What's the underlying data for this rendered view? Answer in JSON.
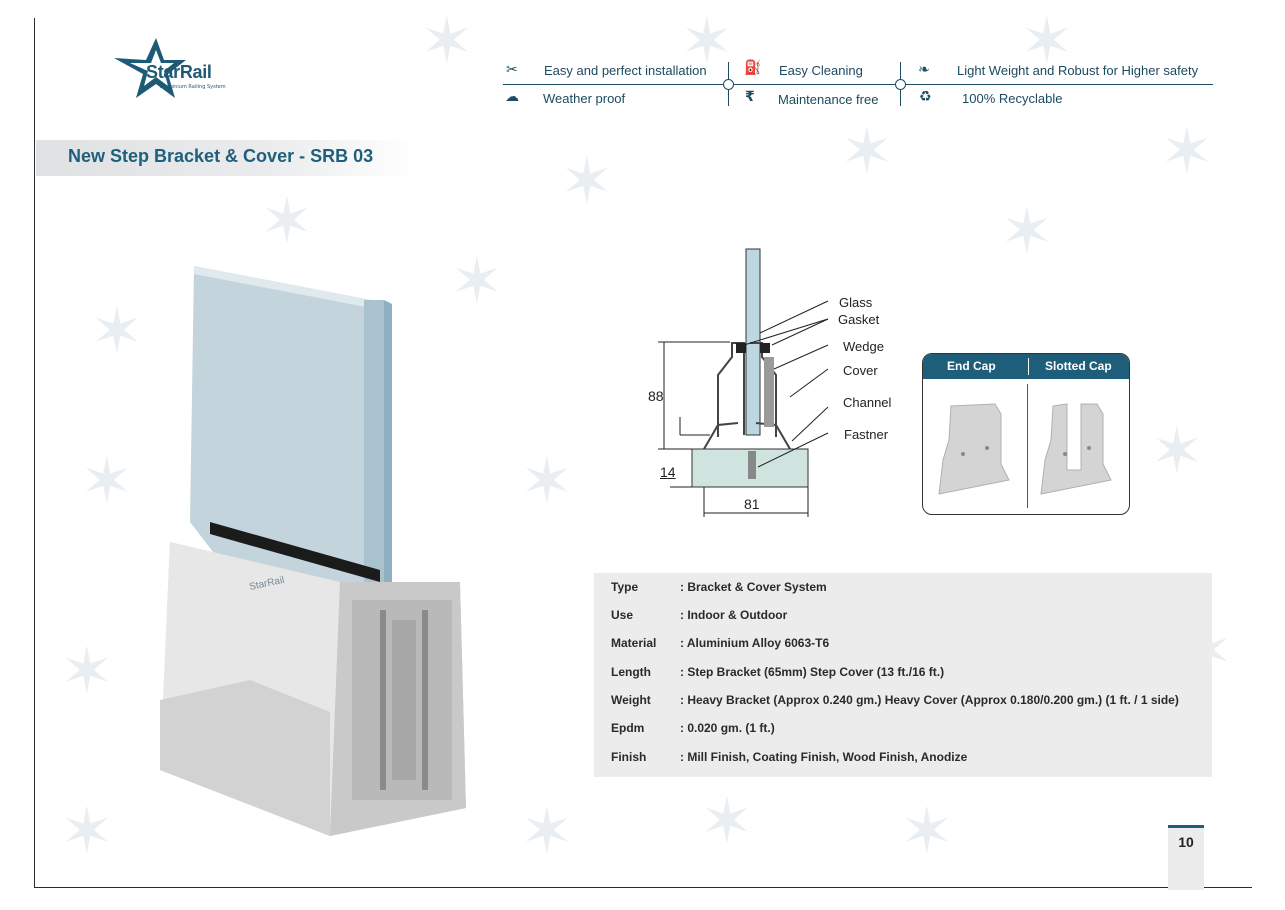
{
  "brand": {
    "name": "StarRail",
    "tagline": "Aluminium Railing System",
    "color": "#1d5a75"
  },
  "features": {
    "row1": [
      {
        "icon": "tools-icon",
        "label": "Easy and perfect installation"
      },
      {
        "icon": "spray-bottle-icon",
        "label": "Easy Cleaning"
      },
      {
        "icon": "feather-icon",
        "label": "Light Weight and Robust for Higher safety"
      }
    ],
    "row2": [
      {
        "icon": "weather-cloud-icon",
        "label": "Weather proof"
      },
      {
        "icon": "rupee-icon",
        "label": "Maintenance free"
      },
      {
        "icon": "recycle-icon",
        "label": "100% Recyclable"
      }
    ]
  },
  "title": "New Step Bracket & Cover - SRB 03",
  "diagram": {
    "labels": {
      "glass": "Glass",
      "gasket": "Gasket",
      "wedge": "Wedge",
      "cover": "Cover",
      "channel": "Channel",
      "fastner": "Fastner"
    },
    "dims": {
      "height": "88",
      "base": "14",
      "width": "81"
    }
  },
  "caps": {
    "end_cap": "End Cap",
    "slotted_cap": "Slotted Cap"
  },
  "specs": [
    {
      "key": "Type",
      "value": ": Bracket & Cover System"
    },
    {
      "key": "Use",
      "value": ": Indoor & Outdoor"
    },
    {
      "key": "Material",
      "value": ": Aluminium Alloy 6063-T6"
    },
    {
      "key": "Length",
      "value": ": Step Bracket (65mm) Step Cover (13 ft./16 ft.)"
    },
    {
      "key": "Weight",
      "value": ": Heavy Bracket (Approx 0.240 gm.) Heavy Cover (Approx 0.180/0.200 gm.) (1 ft. / 1 side)"
    },
    {
      "key": "Epdm",
      "value": ": 0.020 gm. (1 ft.)"
    },
    {
      "key": "Finish",
      "value": ": Mill Finish, Coating Finish, Wood Finish, Anodize"
    }
  ],
  "page_number": "10",
  "colors": {
    "accent": "#1f5e7b",
    "spec_bg": "#ececec"
  }
}
